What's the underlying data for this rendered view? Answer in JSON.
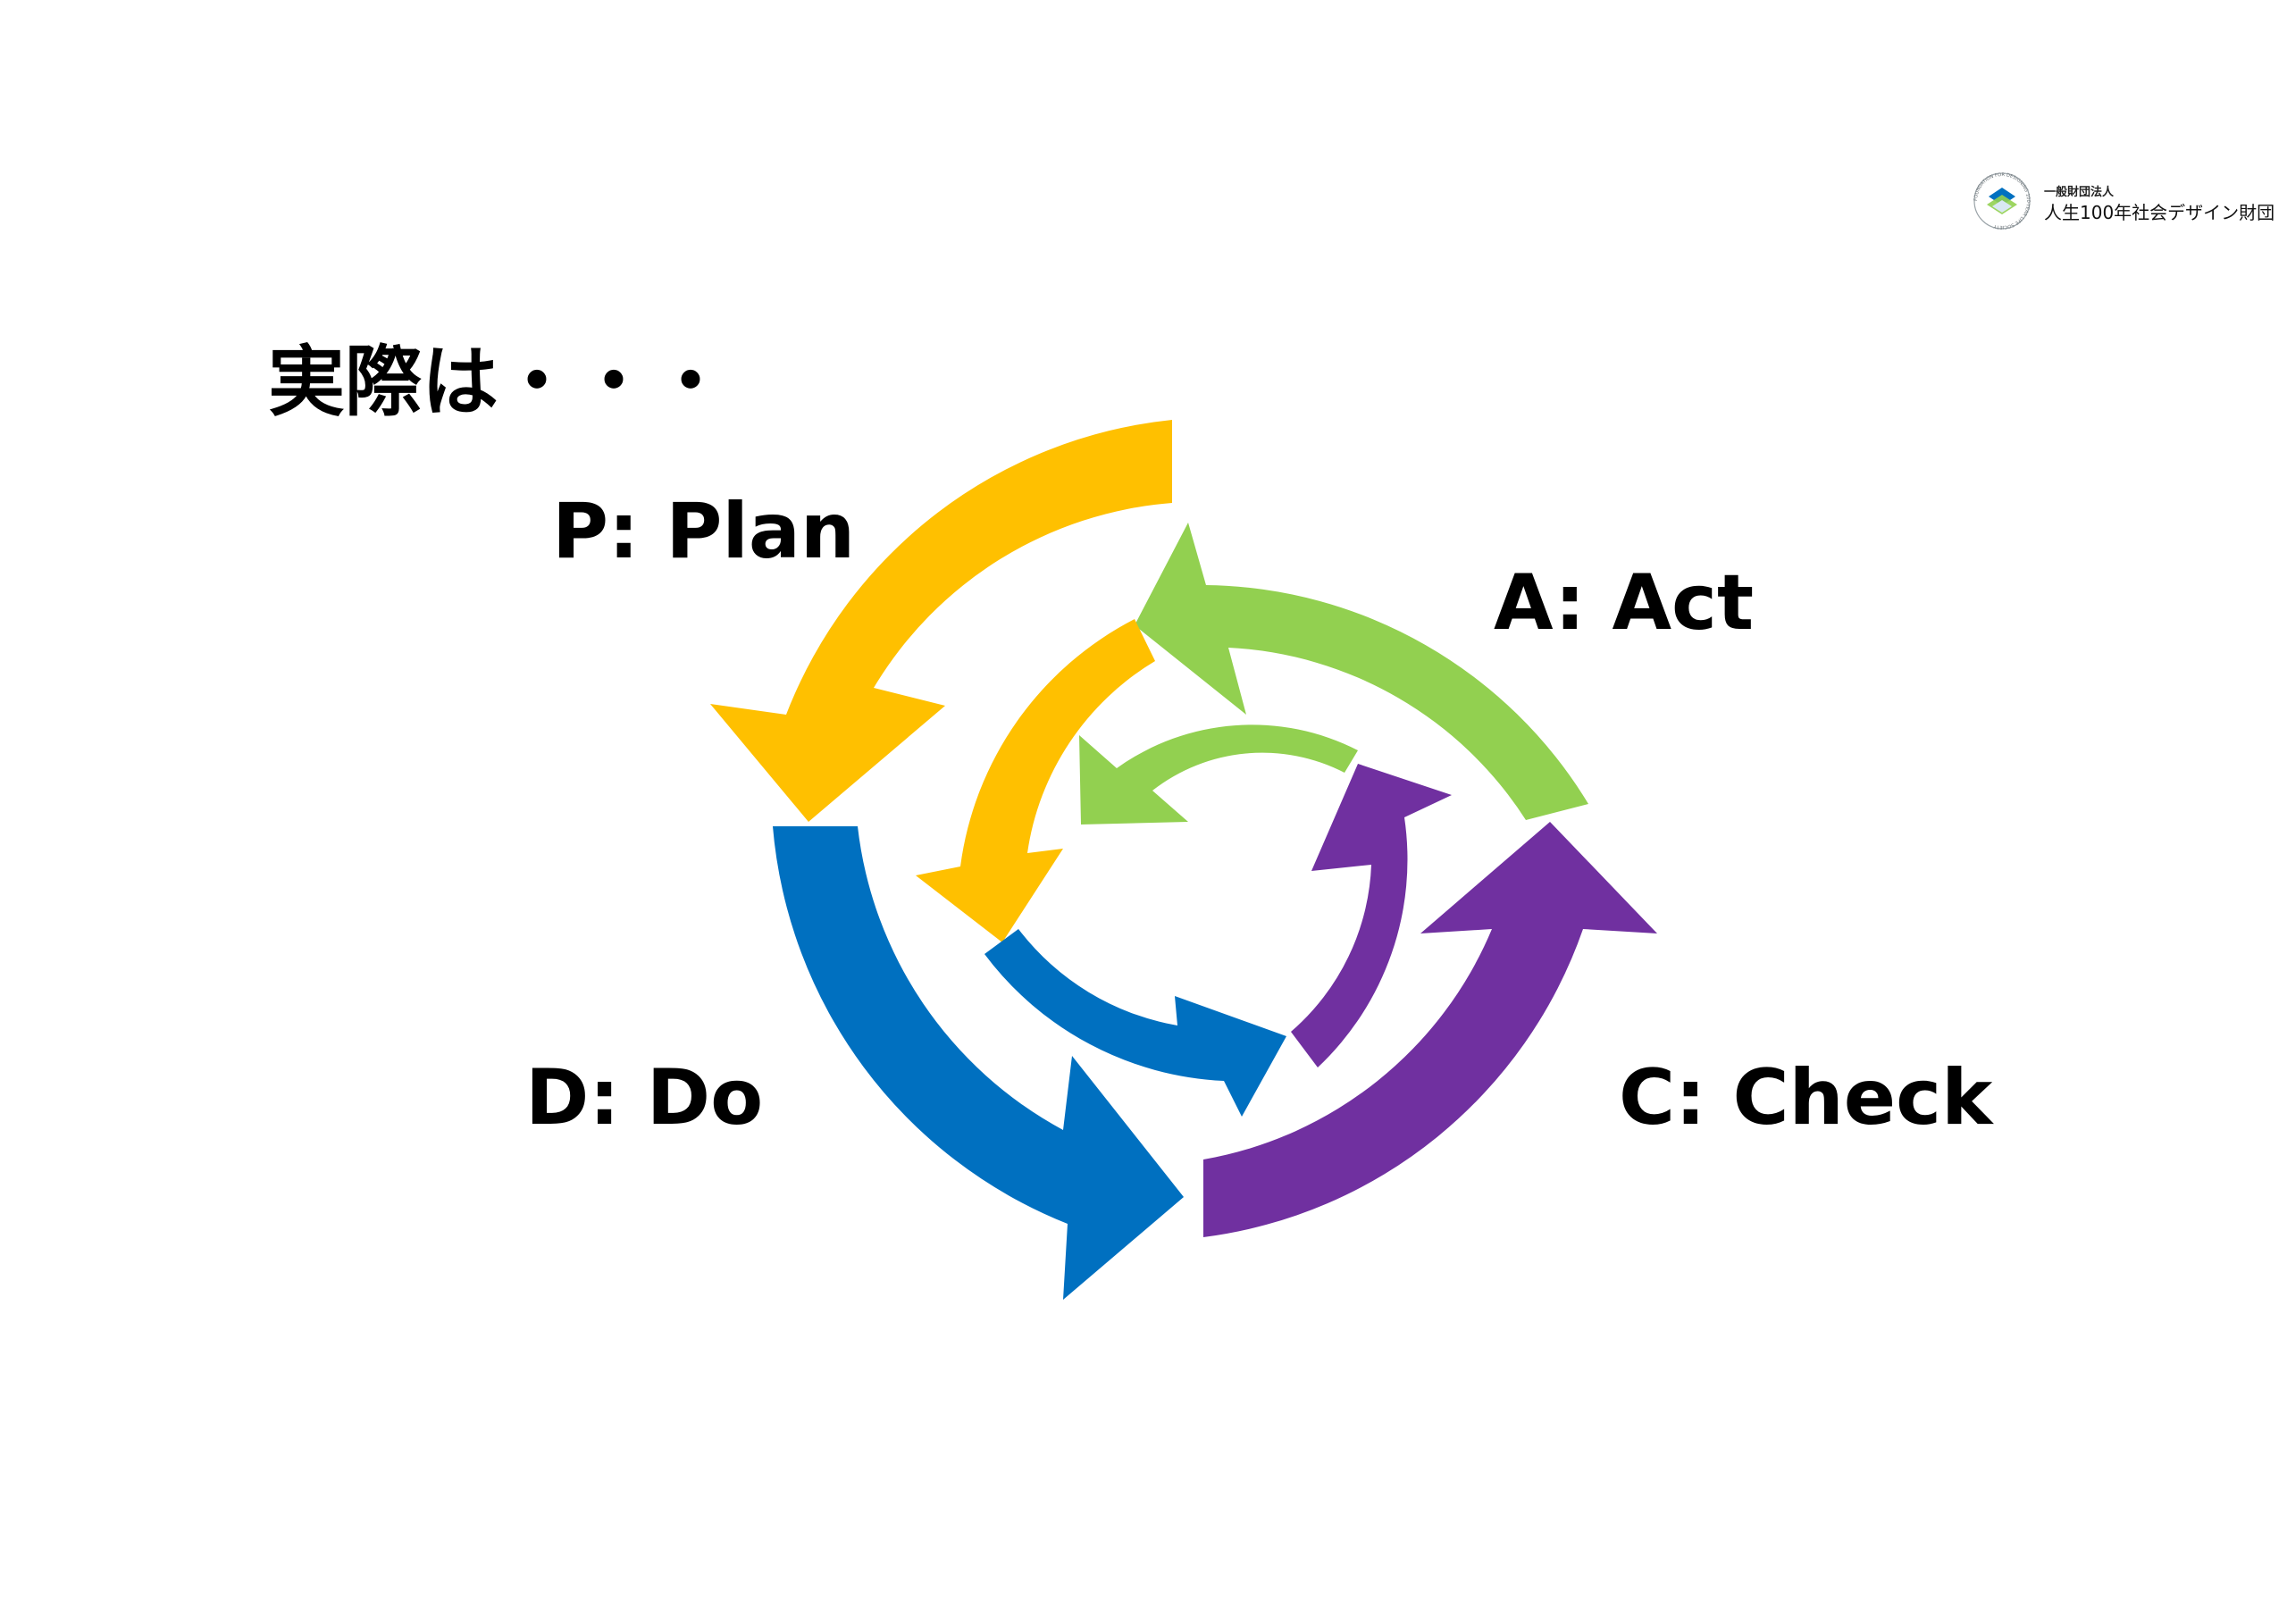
{
  "heading": "実際は・・・",
  "labels": {
    "plan": "P: Plan",
    "act": "A: Act",
    "do": "D: Do",
    "check": "C: Check"
  },
  "logo": {
    "small_text": "一般財団法人",
    "main_text": "人生100年社会デザイン財団",
    "ring_text": "FOUNDATION FOR DESIGNING 100-YEAR LIFE SOCIETY",
    "icon": "foundation-emblem-icon"
  },
  "colors": {
    "plan": "#FFC000",
    "act": "#92D050",
    "do": "#0070C0",
    "check": "#7030A0",
    "text": "#000000"
  }
}
